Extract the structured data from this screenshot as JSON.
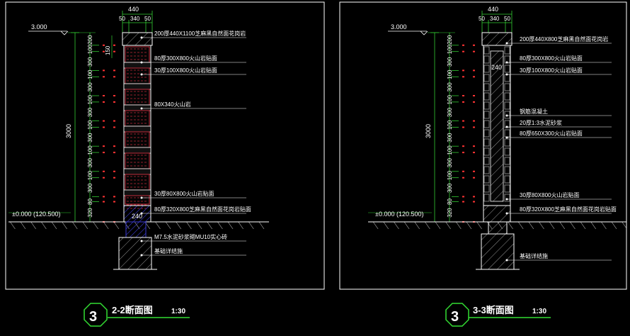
{
  "sections": [
    {
      "id": "2-2",
      "badge": "3",
      "title": "2-2断面图",
      "scale": "1:30",
      "width_total": "440",
      "width_parts": [
        "50",
        "340",
        "50"
      ],
      "elevation_top": "3.000",
      "elevation_ground": "±0.000 (120.500)",
      "height_total": "3000",
      "height_dims": [
        "200",
        "100",
        "300",
        "100",
        "300",
        "100",
        "300",
        "100",
        "300",
        "100",
        "300",
        "100",
        "300",
        "80",
        "320"
      ],
      "side_dim": "150",
      "inner_width": "240",
      "callouts": [
        "200厚440X1100芝麻黑自然面花岗岩",
        "80厚300X800火山岩贴面",
        "30厚100X800火山岩贴面",
        "80X340火山岩",
        "30厚80X800火山岩贴面",
        "80厚320X800芝麻黑自然面花岗岩贴面",
        "M7.5水泥砂浆砌MU10实心砖",
        "基础详结施"
      ]
    },
    {
      "id": "3-3",
      "badge": "3",
      "title": "3-3断面图",
      "scale": "1:30",
      "width_total": "440",
      "width_parts": [
        "50",
        "340",
        "50"
      ],
      "elevation_top": "3.000",
      "elevation_ground": "±0.000 (120.500)",
      "height_total": "3000",
      "height_dims": [
        "200",
        "100",
        "300",
        "100",
        "300",
        "100",
        "300",
        "100",
        "300",
        "100",
        "300",
        "100",
        "300",
        "80",
        "320"
      ],
      "inner_width": "240",
      "callouts": [
        "200厚440X800芝麻黑自然面花岗岩",
        "80厚300X800火山岩贴面",
        "30厚100X800火山岩贴面",
        "钢筋混凝土",
        "20厚1:3水泥砂浆",
        "80厚650X300火山岩贴面",
        "30厚80X800火山岩贴面",
        "80厚320X800芝麻黑自然面花岗岩贴面",
        "基础详结施"
      ]
    }
  ],
  "colors": {
    "background": "#000000",
    "frame": "#ffffff",
    "hatch": "#c8c8c8",
    "dimension": "#33cc33",
    "tick": "#ff3333",
    "brick": "#c02a3a",
    "masonry": "#3030c0",
    "badge_stroke": "#33dd33"
  }
}
